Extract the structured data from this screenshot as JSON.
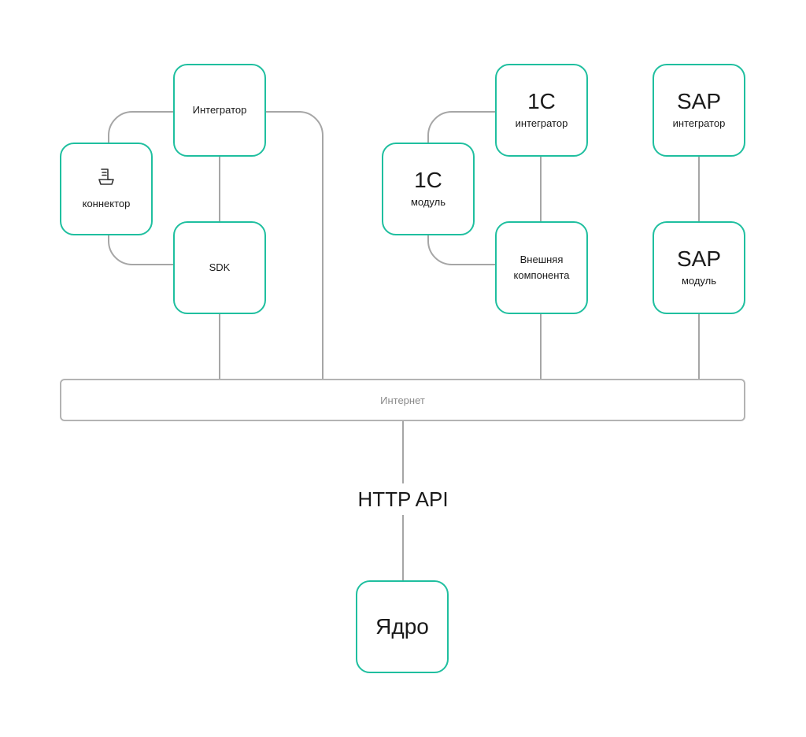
{
  "nodes": {
    "integrator": {
      "label": "Интегратор"
    },
    "connector": {
      "label": "коннектор",
      "icon": "cash-register-icon"
    },
    "sdk": {
      "label": "SDK"
    },
    "onec_integrator": {
      "title": "1С",
      "label": "интегратор"
    },
    "onec_module": {
      "title": "1С",
      "label": "модуль"
    },
    "external_component": {
      "line1": "Внешняя",
      "line2": "компонента"
    },
    "sap_integrator": {
      "title": "SAP",
      "label": "интегратор"
    },
    "sap_module": {
      "title": "SAP",
      "label": "модуль"
    },
    "core": {
      "label": "Ядро"
    }
  },
  "bus": {
    "label": "Интернет"
  },
  "api": {
    "label": "HTTP API"
  },
  "colors": {
    "node_border": "#1fbf9f",
    "line": "#a6a6a6",
    "bus_border": "#b3b3b3",
    "bus_text": "#8a8a8a"
  }
}
